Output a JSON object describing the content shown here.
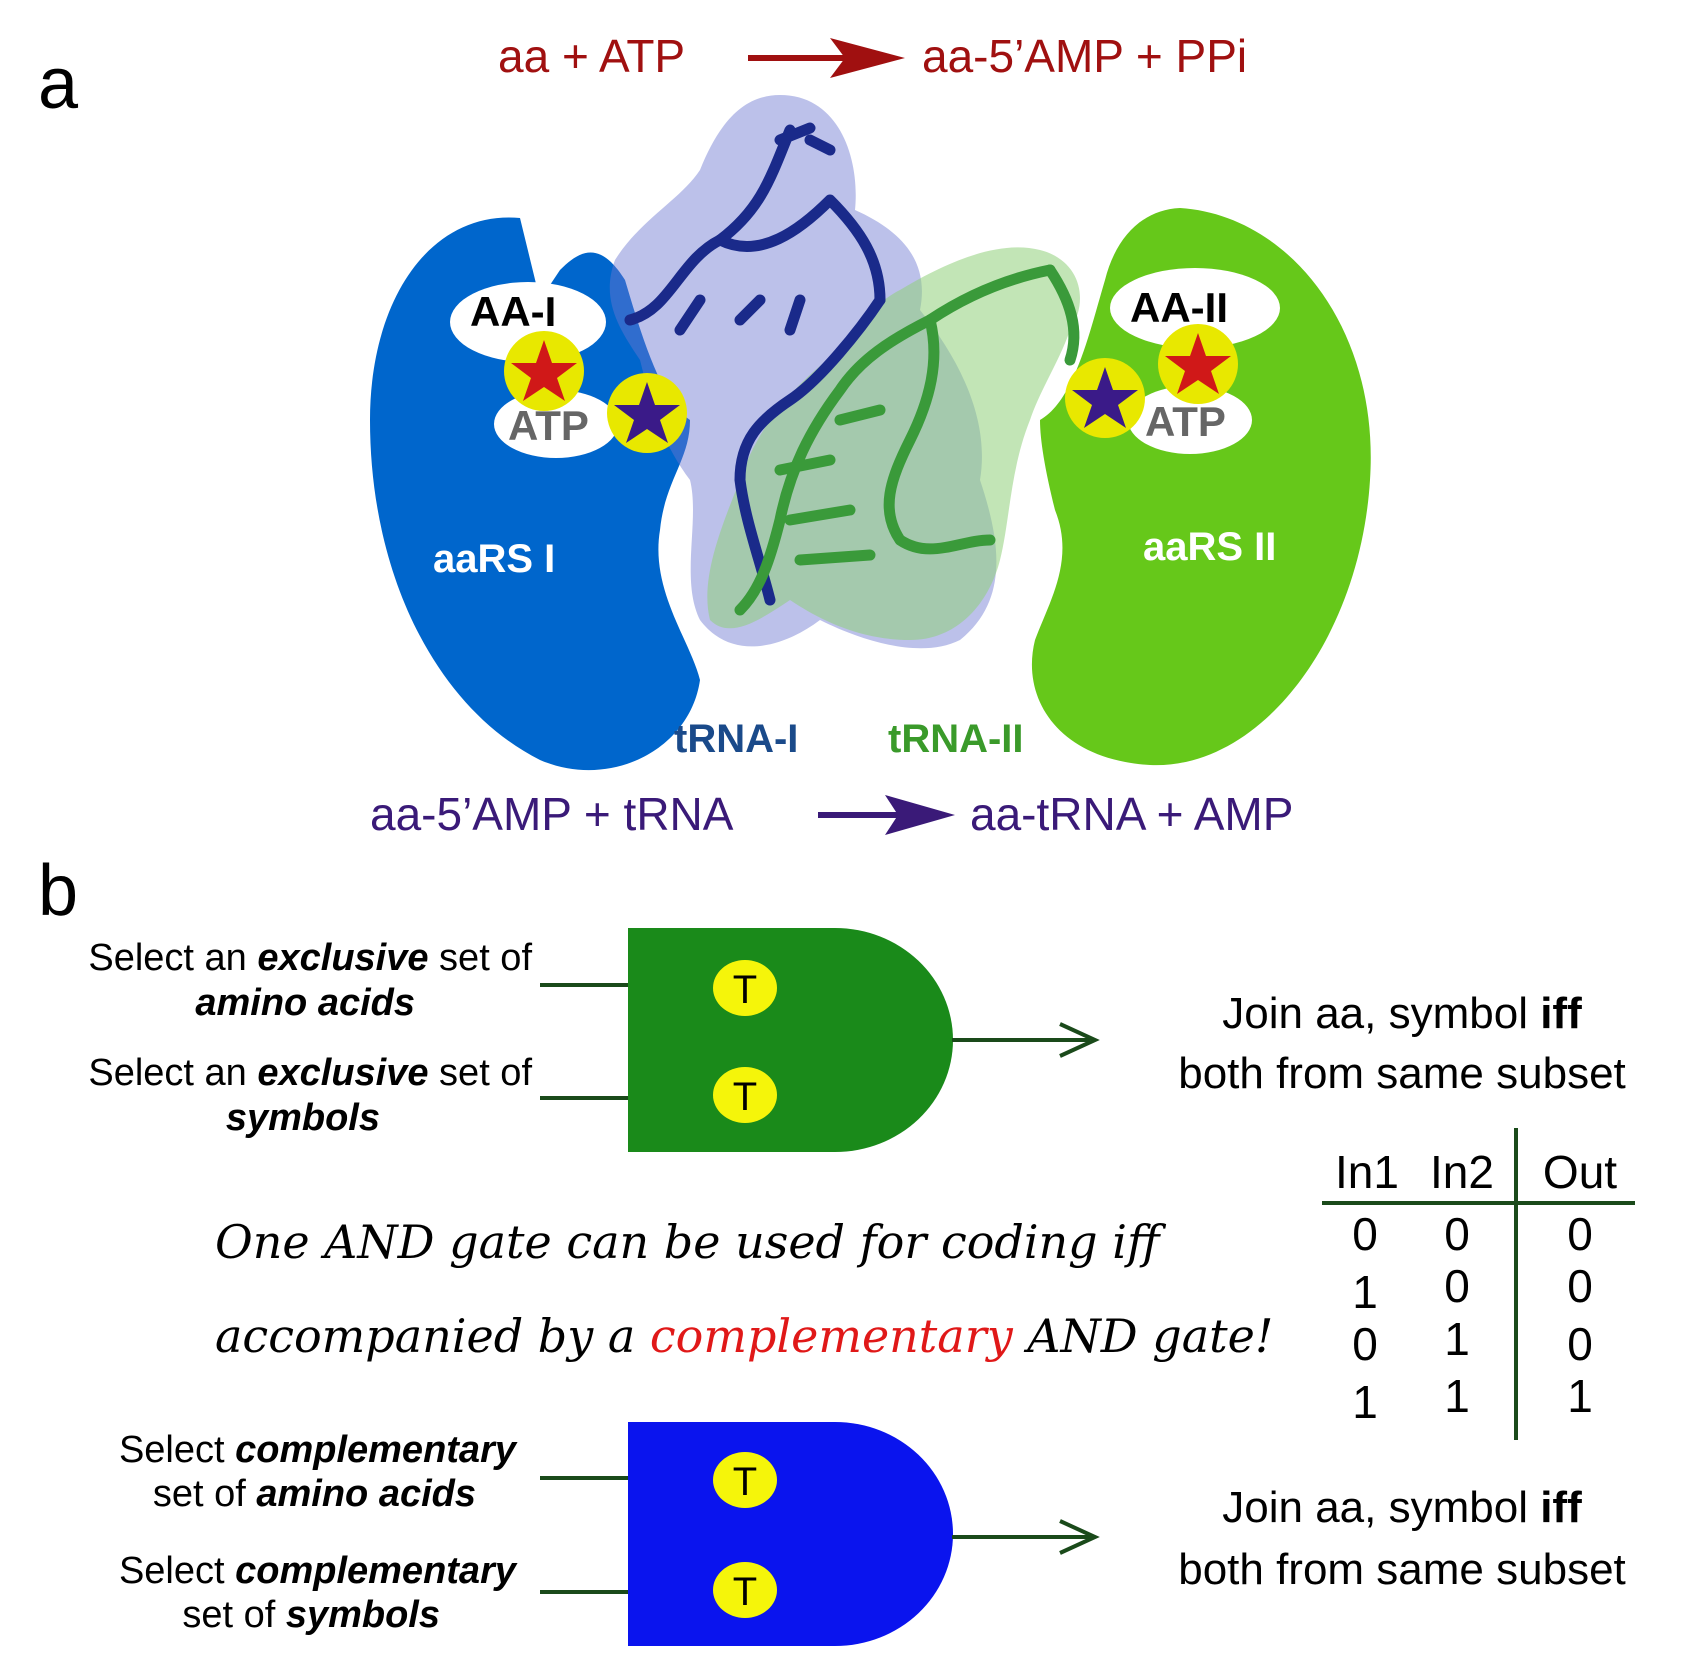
{
  "panel_a": {
    "label": "a",
    "reaction_top": {
      "left": "aa + ATP",
      "right": "aa-5’AMP + PPi",
      "color": "#a01010"
    },
    "reaction_bottom": {
      "left": "aa-5’AMP + tRNA",
      "right": "aa-tRNA + AMP",
      "color": "#3a1a78"
    },
    "aars1": {
      "label": "aaRS I",
      "site_aa": "AA-I",
      "site_atp": "ATP",
      "color": "#0066cc"
    },
    "aars2": {
      "label": "aaRS II",
      "site_aa": "AA-II",
      "site_atp": "ATP",
      "color": "#66c81a"
    },
    "trna1_label": "tRNA-I",
    "trna2_label": "tRNA-II",
    "trna1_color": "#1a4a8a",
    "trna2_color": "#3a9a2a"
  },
  "panel_b": {
    "label": "b",
    "gate1": {
      "color": "#1a8a1a",
      "input1_line1_prefix": "Select an ",
      "input1_line1_em": "exclusive",
      "input1_line1_suffix": " set of",
      "input1_line2_em": "amino acids",
      "input2_line1_prefix": "Select an ",
      "input2_line1_em": "exclusive",
      "input2_line1_suffix": " set of",
      "input2_line2_em": "symbols",
      "token": "T",
      "output_line1_prefix": "Join aa, symbol ",
      "output_line1_bold": "iff",
      "output_line2": "both from same subset"
    },
    "gate2": {
      "color": "#0a14ee",
      "input1_line1_prefix": "Select ",
      "input1_line1_em": "complementary",
      "input1_line2_prefix": "set of ",
      "input1_line2_em": "amino acids",
      "input2_line1_prefix": "Select ",
      "input2_line1_em": "complementary",
      "input2_line2_prefix": "set of ",
      "input2_line2_em": "symbols",
      "token": "T",
      "output_line1_prefix": "Join aa, symbol ",
      "output_line1_bold": "iff",
      "output_line2": "both from same subset"
    },
    "note_line1": "One AND gate can be used for coding iff",
    "note_line2_prefix": "accompanied by a ",
    "note_line2_highlight": "complementary",
    "note_line2_suffix": " AND gate!",
    "truth_table": {
      "headers": [
        "In1",
        "In2",
        "Out"
      ],
      "rows": [
        [
          "0",
          "0",
          "0"
        ],
        [
          "1",
          "0",
          "0"
        ],
        [
          "0",
          "1",
          "0"
        ],
        [
          "1",
          "1",
          "1"
        ]
      ]
    }
  }
}
